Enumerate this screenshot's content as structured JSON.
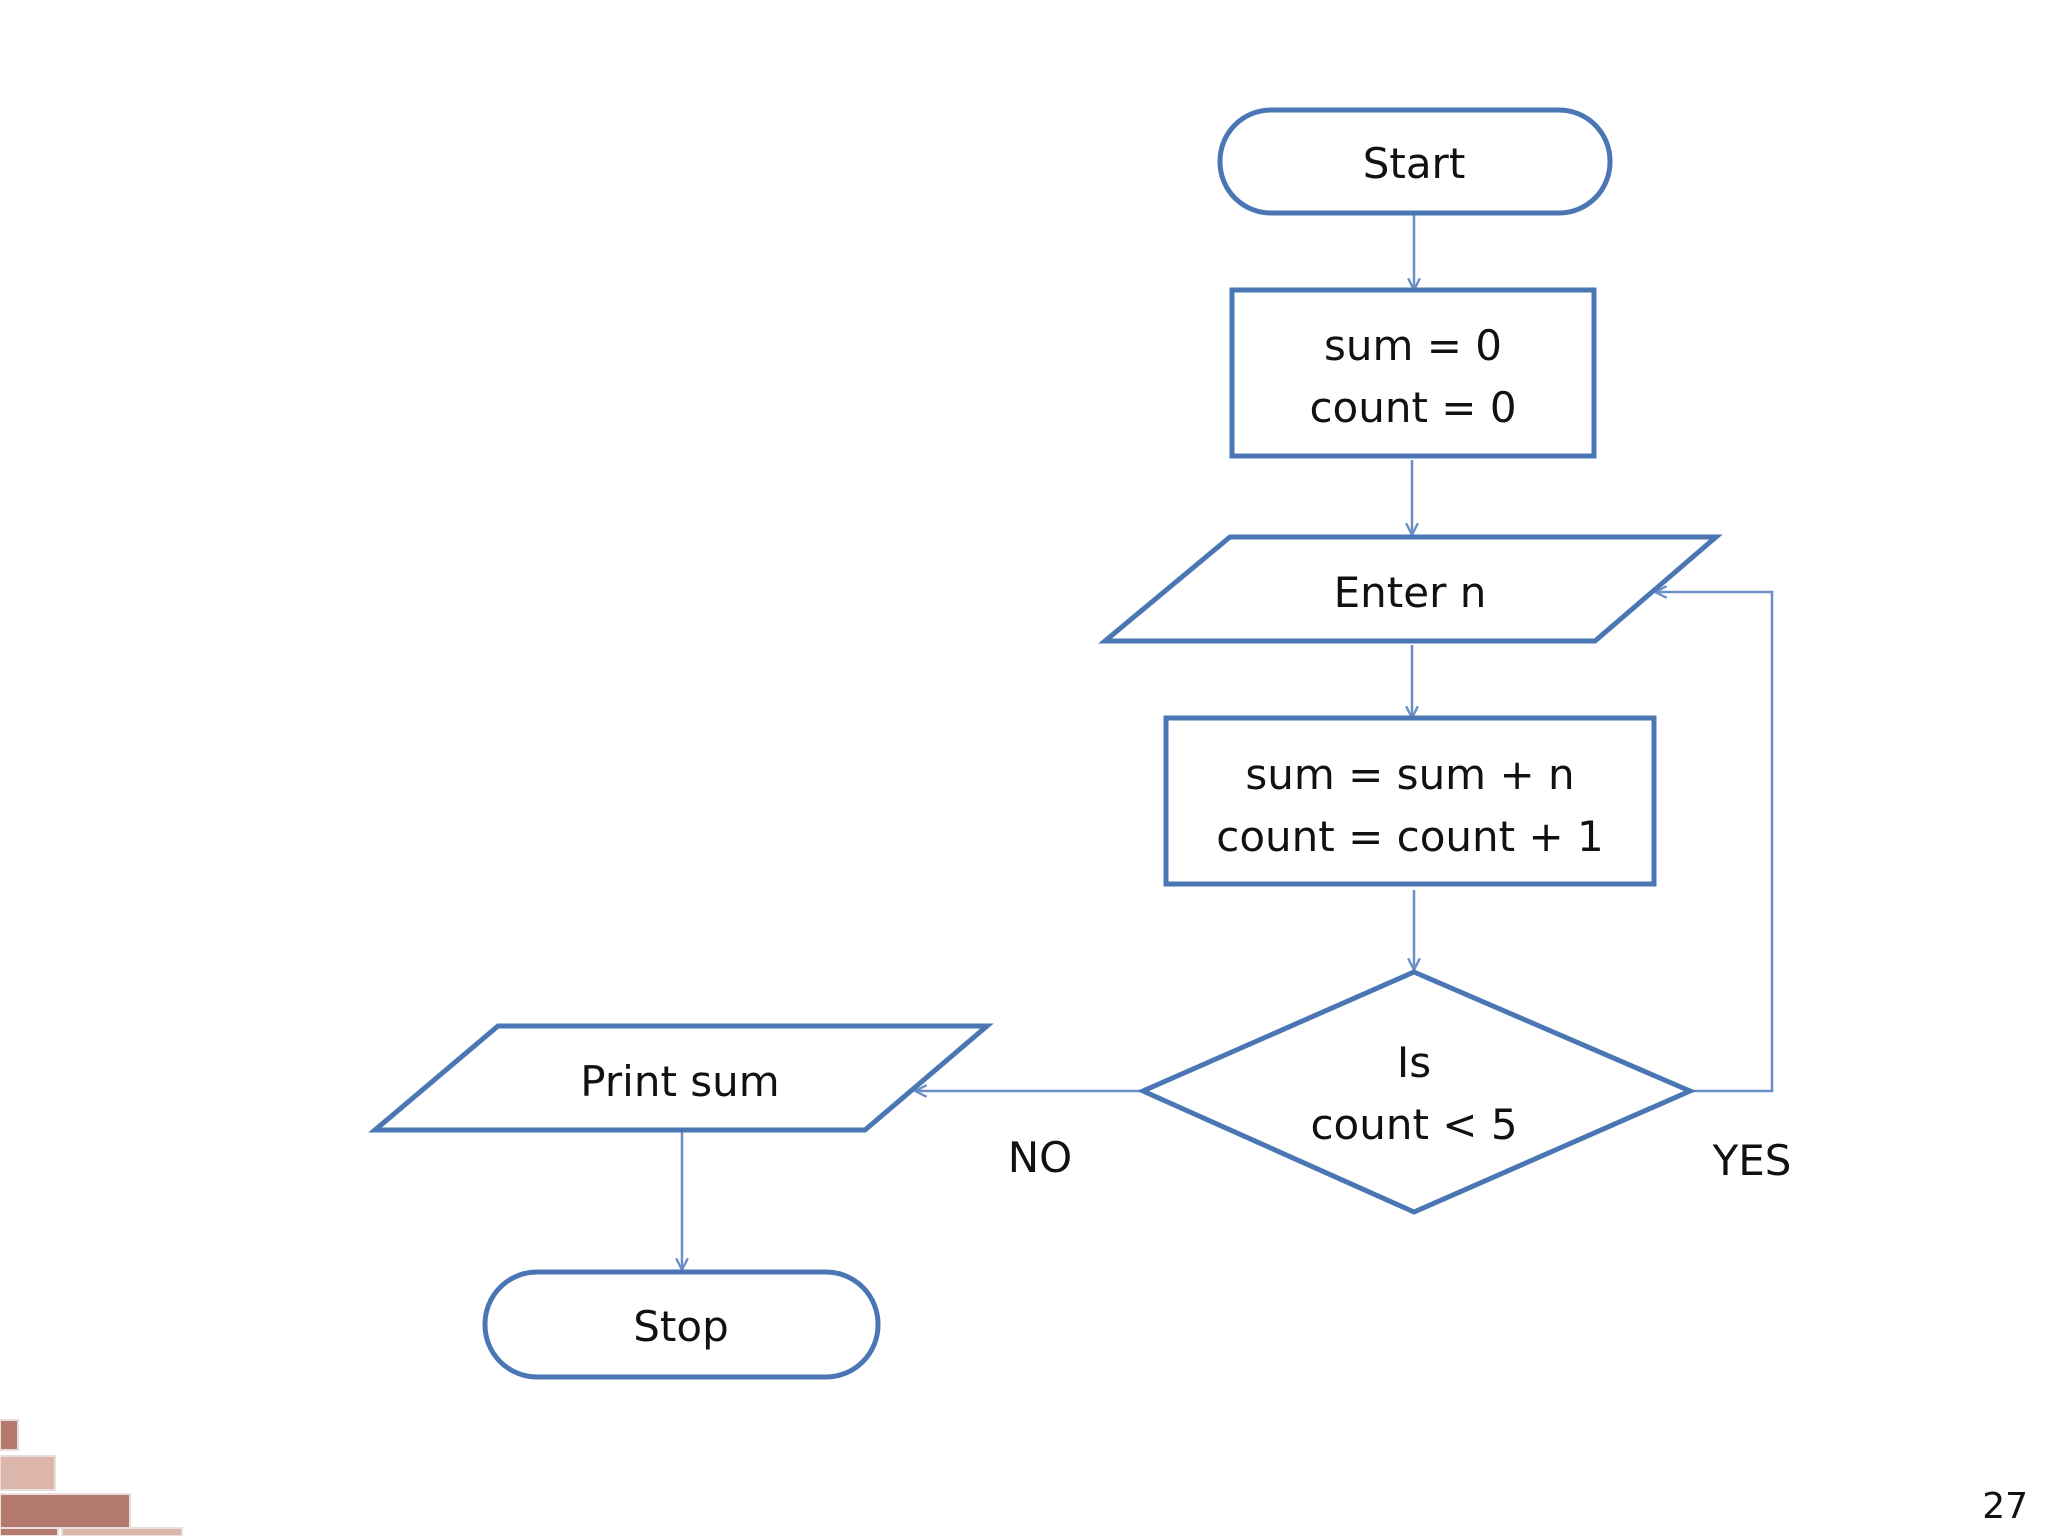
{
  "colors": {
    "shape_stroke": "#4a76b4",
    "connector": "#6a8fc4",
    "brick_dark": "#b57a6e",
    "brick_light": "#dcb5ab"
  },
  "nodes": {
    "start": {
      "shape": "terminator",
      "lines": [
        "Start"
      ]
    },
    "init": {
      "shape": "process",
      "lines": [
        "sum = 0",
        "count = 0"
      ]
    },
    "input": {
      "shape": "io",
      "lines": [
        "Enter n"
      ]
    },
    "update": {
      "shape": "process",
      "lines": [
        "sum = sum + n",
        "count = count + 1"
      ]
    },
    "decision": {
      "shape": "decision",
      "lines": [
        "Is",
        "count < 5"
      ]
    },
    "output": {
      "shape": "io",
      "lines": [
        "Print sum"
      ]
    },
    "stop": {
      "shape": "terminator",
      "lines": [
        "Stop"
      ]
    }
  },
  "edges": [
    {
      "from": "start",
      "to": "init",
      "label": ""
    },
    {
      "from": "init",
      "to": "input",
      "label": ""
    },
    {
      "from": "input",
      "to": "update",
      "label": ""
    },
    {
      "from": "update",
      "to": "decision",
      "label": ""
    },
    {
      "from": "decision",
      "to": "output",
      "label": "NO"
    },
    {
      "from": "decision",
      "to": "input",
      "label": "YES"
    },
    {
      "from": "output",
      "to": "stop",
      "label": ""
    }
  ],
  "page_number": "27"
}
